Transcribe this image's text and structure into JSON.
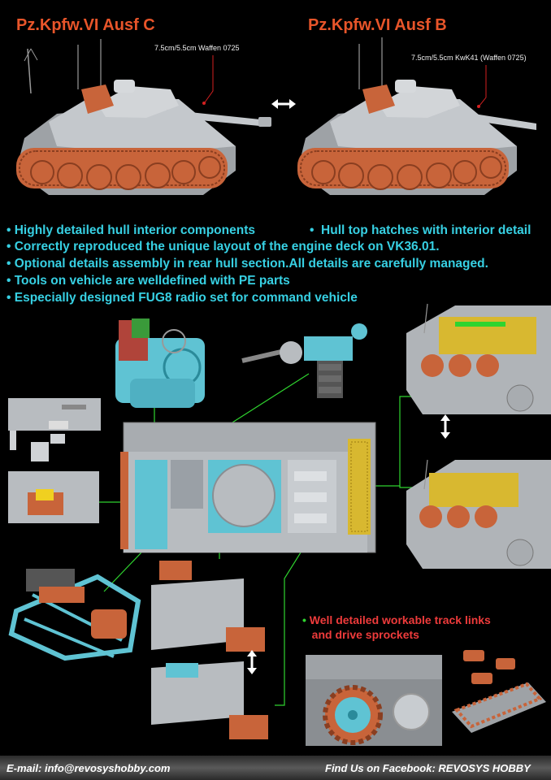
{
  "titles": {
    "left": "Pz.Kpfw.VI Ausf C",
    "right": "Pz.Kpfw.VI Ausf B"
  },
  "callouts": {
    "left": "7.5cm/5.5cm Waffen 0725",
    "right": "7.5cm/5.5cm KwK41 (Waffen 0725)"
  },
  "features": [
    "Highly detailed hull interior components",
    "Hull top hatches with interior detail",
    "Correctly reproduced the unique layout of the engine deck on VK36.01.",
    "Optional details assembly in rear hull section.All details are carefully managed.",
    "Tools on vehicle are welldefined with PE parts",
    "Especially designed FUG8 radio set for command vehicle"
  ],
  "track_feature": {
    "line1": "Well detailed workable track links",
    "line2": "and drive sprockets"
  },
  "footer": {
    "email": "E-mail: info@revosyshobby.com",
    "facebook": "Find Us on Facebook: REVOSYS HOBBY"
  },
  "colors": {
    "title": "#e8552a",
    "feature_text": "#37d0e3",
    "track_text": "#ee3b3b",
    "callout_line": "#d42020",
    "leader_line": "#2fd42f",
    "tank_grey": "#b8bcc0",
    "track_orange": "#c8643a",
    "interior_cyan": "#5fc3d3"
  },
  "icons": {
    "compare": "double-arrow-icon",
    "swap_vertical": "vertical-double-arrow-icon"
  }
}
